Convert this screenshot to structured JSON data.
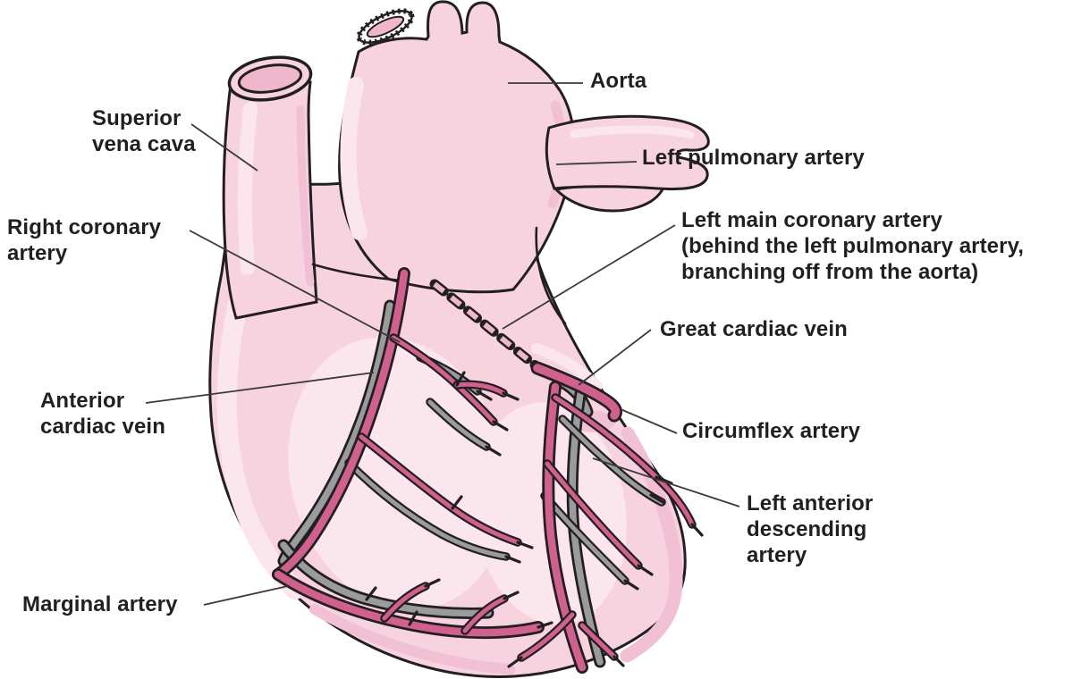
{
  "figure": {
    "description": "Anterior view illustration of the human heart with coronary arteries and cardiac veins labeled"
  },
  "labels": {
    "aorta": {
      "text": "Aorta"
    },
    "superior_vena_cava": {
      "text": "Superior\nvena cava"
    },
    "left_pulmonary_artery": {
      "text": "Left pulmonary artery"
    },
    "right_coronary_artery": {
      "text": "Right coronary\nartery"
    },
    "left_main_coronary_artery": {
      "text": "Left main coronary artery\n(behind the left pulmonary artery,\nbranching off from the aorta)"
    },
    "great_cardiac_vein": {
      "text": "Great cardiac vein"
    },
    "anterior_cardiac_vein": {
      "text": "Anterior\ncardiac vein"
    },
    "circumflex_artery": {
      "text": "Circumflex artery"
    },
    "left_anterior_descending_artery": {
      "text": "Left anterior\ndescending\nartery"
    },
    "marginal_artery": {
      "text": "Marginal artery"
    }
  },
  "colors": {
    "background": "#ffffff",
    "heart_fill": "#f7d3e0",
    "heart_highlight": "#fbe6ee",
    "heart_shadow": "#f2c0d4",
    "artery_pink": "#d0608e",
    "vein_gray": "#9a9b9d",
    "outline": "#231f20",
    "label_text": "#231f20",
    "leader_line": "#3a3a3a",
    "vessel_lumen": "#f0b6cc"
  }
}
